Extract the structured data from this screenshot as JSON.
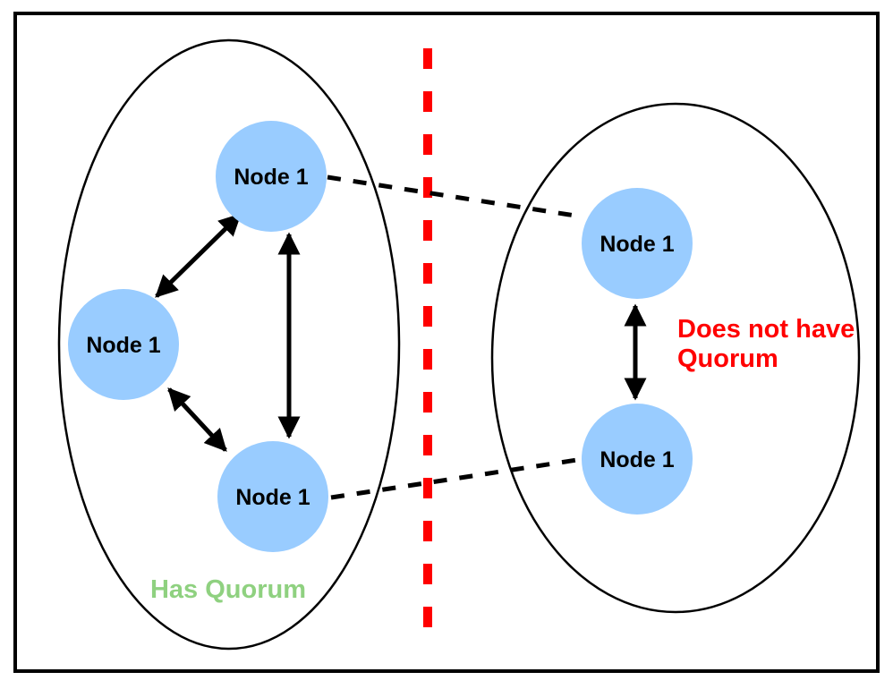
{
  "diagram": {
    "type": "network-partition-quorum-diagram",
    "node_count_left": 3,
    "node_count_right": 2
  },
  "colors": {
    "background": "#FFFFFF",
    "border": "#000000",
    "ellipse_stroke": "#000000",
    "node_fill": "#99CCFF",
    "node_label": "#000000",
    "arrow": "#000000",
    "cross_partition_link": "#000000",
    "partition_divider": "#FF0000",
    "has_quorum_label": "#8FD180",
    "no_quorum_label": "#FF0000"
  },
  "left_partition": {
    "status_label": "Has Quorum",
    "nodes": [
      {
        "label": "Node 1"
      },
      {
        "label": "Node 1"
      },
      {
        "label": "Node 1"
      }
    ]
  },
  "right_partition": {
    "status_label": "Does not have Quorum",
    "status_label_lines": [
      "Does not have",
      "Quorum"
    ],
    "nodes": [
      {
        "label": "Node 1"
      },
      {
        "label": "Node 1"
      }
    ]
  }
}
